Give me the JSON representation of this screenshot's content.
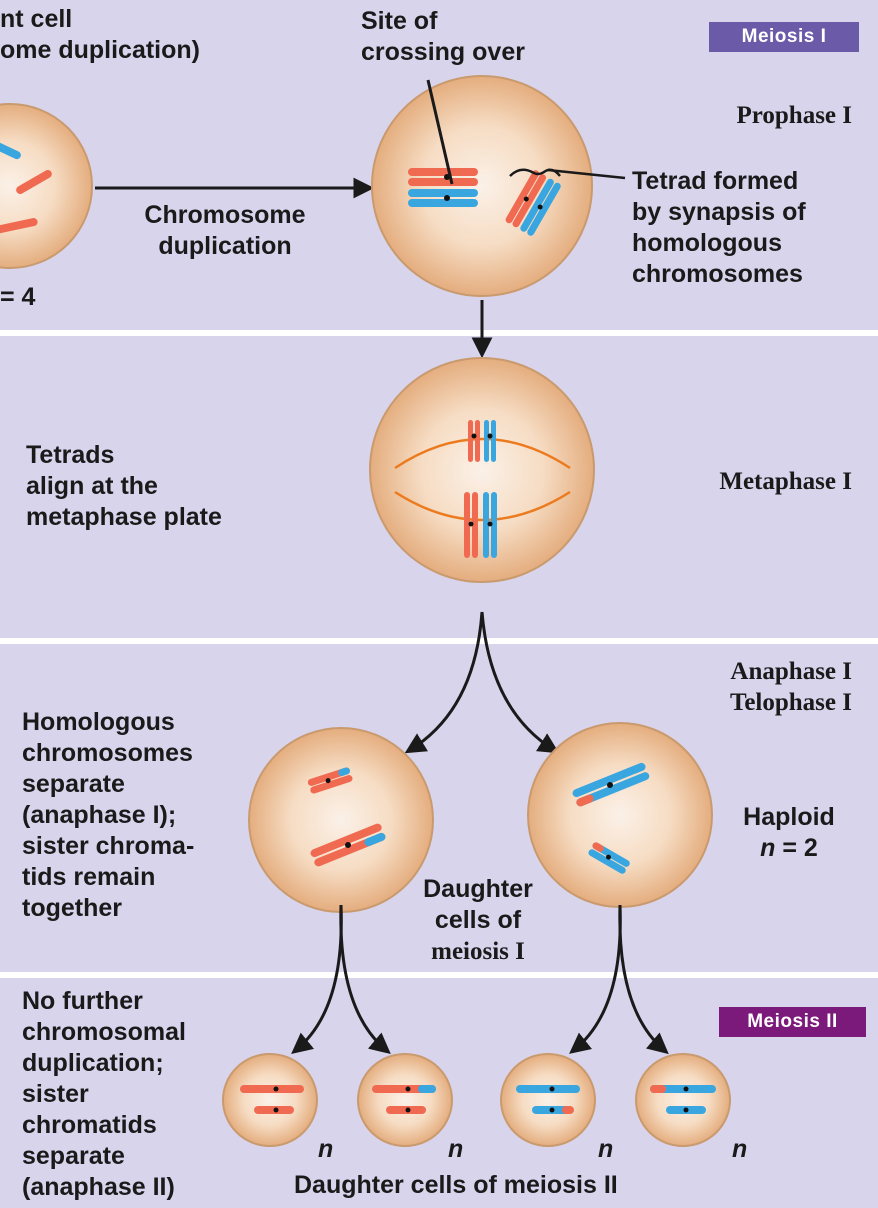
{
  "colors": {
    "band": "#d8d4ec",
    "cell_edge": "#c99a6e",
    "cell_center": "#fbf1e8",
    "cell_outer": "#e9b88c",
    "maternal": "#f06a52",
    "paternal": "#3aa6e0",
    "spindle": "#ec7a1e",
    "badge_meiosis_1": "#6b5aa8",
    "badge_meiosis_2": "#7c1a7c"
  },
  "badges": {
    "meiosis_1": "Meiosis I",
    "meiosis_2": "Meiosis II"
  },
  "labels": {
    "parent_cell_1": "nt cell",
    "parent_cell_2": "ome duplication)",
    "parent_count": "= 4",
    "crossing_site_1": "Site of",
    "crossing_site_2": "crossing over",
    "prophase": "Prophase I",
    "duplication_1": "Chromosome",
    "duplication_2": "duplication",
    "tetrad_1": "Tetrad formed",
    "tetrad_2": "by synapsis of",
    "tetrad_3": "homologous",
    "tetrad_4": "chromosomes",
    "tetrads_align_1": "Tetrads",
    "tetrads_align_2": "align at the",
    "tetrads_align_3": "metaphase plate",
    "metaphase": "Metaphase I",
    "anaphase": "Anaphase I",
    "telophase": "Telophase I",
    "homologous_1": "Homologous",
    "homologous_2": "chromosomes",
    "homologous_3": "separate",
    "homologous_4": "(anaphase I);",
    "homologous_5": "sister chroma-",
    "homologous_6": "tids remain",
    "homologous_7": "together",
    "haploid": "Haploid",
    "haploid_n": "n",
    "haploid_count": "= 2",
    "daughter1_1": "Daughter",
    "daughter1_2": "cells of",
    "daughter1_3": "meiosis I",
    "nofurther_1": "No further",
    "nofurther_2": "chromosomal",
    "nofurther_3": "duplication;",
    "nofurther_4": "sister",
    "nofurther_5": "chromatids",
    "nofurther_6": "separate",
    "nofurther_7": "(anaphase II)",
    "n_label": "n",
    "daughter2": "Daughter cells of meiosis II"
  }
}
